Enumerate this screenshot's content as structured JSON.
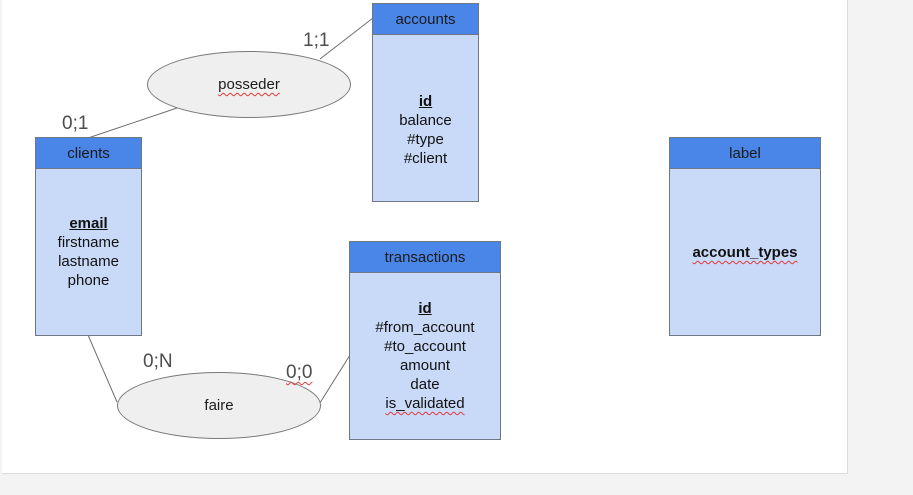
{
  "entities": {
    "accounts": {
      "title": "accounts",
      "fields": [
        "id",
        "balance",
        "#type",
        "#client"
      ]
    },
    "clients": {
      "title": "clients",
      "fields": [
        "email",
        "firstname",
        "lastname",
        "phone"
      ]
    },
    "transactions": {
      "title": "transactions",
      "fields": [
        "id",
        "#from_account",
        "#to_account",
        "amount",
        "date",
        "is_validated"
      ]
    },
    "label": {
      "title": "label",
      "fields": [
        "account_types"
      ]
    }
  },
  "associations": {
    "posseder": "posseder",
    "faire": "faire"
  },
  "cardinalities": {
    "posseder_accounts": "1;1",
    "posseder_clients": "0;1",
    "faire_clients": "0;N",
    "faire_transactions": "0;0"
  },
  "colors": {
    "entity_header": "#4a86e8",
    "entity_body": "#c9daf8",
    "association": "#efefef",
    "spellcheck": "#e03a3a"
  }
}
